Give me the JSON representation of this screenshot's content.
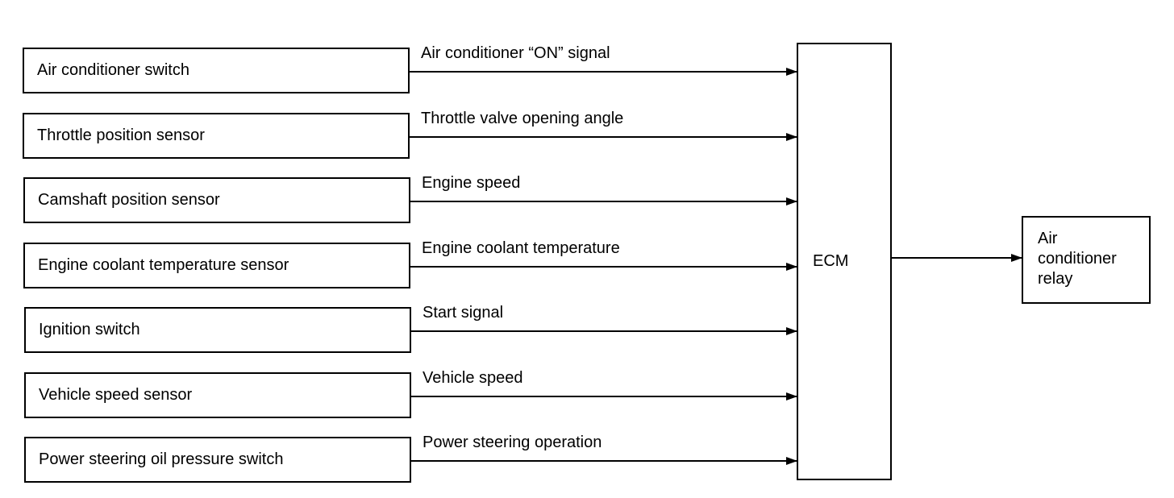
{
  "inputs": [
    {
      "name": "Air conditioner switch",
      "signal": "Air conditioner “ON” signal"
    },
    {
      "name": "Throttle position sensor",
      "signal": "Throttle valve opening angle"
    },
    {
      "name": "Camshaft position sensor",
      "signal": "Engine speed"
    },
    {
      "name": "Engine coolant temperature sensor",
      "signal": "Engine coolant temperature"
    },
    {
      "name": "Ignition switch",
      "signal": "Start signal"
    },
    {
      "name": "Vehicle speed sensor",
      "signal": "Vehicle speed"
    },
    {
      "name": "Power steering oil pressure switch",
      "signal": "Power steering operation"
    }
  ],
  "ecm": {
    "label": "ECM"
  },
  "output": {
    "lines": [
      "Air",
      "conditioner",
      "relay"
    ]
  },
  "colors": {
    "line": "#000000",
    "background": "#ffffff"
  }
}
